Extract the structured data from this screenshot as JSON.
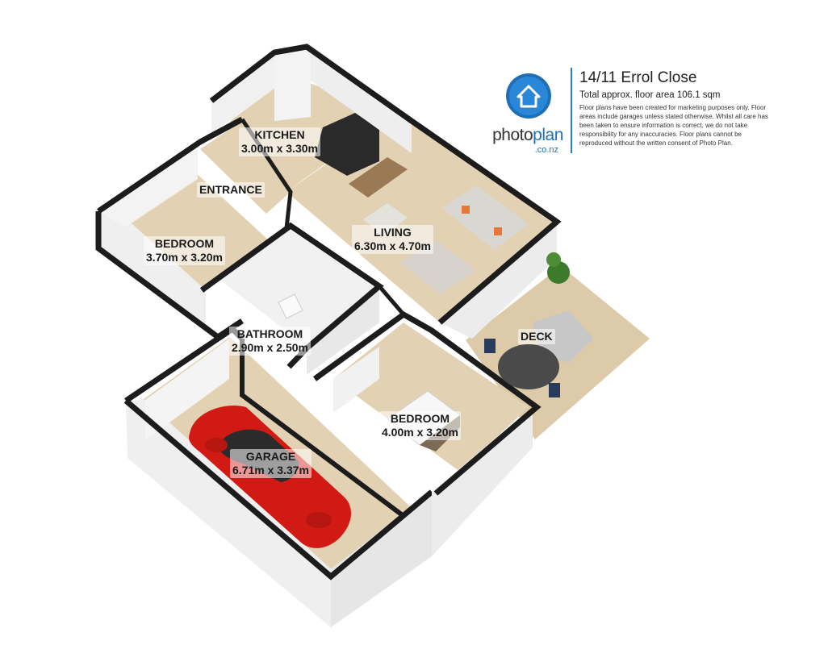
{
  "header": {
    "address": "14/11 Errol Close",
    "floor_area": "Total approx. floor area 106.1 sqm",
    "disclaimer": "Floor plans have been created for marketing purposes only. Floor areas include garages unless stated otherwise. Whilst all care has been taken to ensure information is correct, we do not take responsibility for any inaccuracies. Floor plans cannot be reproduced without the written consent of Photo Plan."
  },
  "brand": {
    "name_part1": "photo",
    "name_part2": "plan",
    "domain": ".co.nz",
    "color": "#1e6fb8"
  },
  "rooms": {
    "kitchen": {
      "name": "KITCHEN",
      "size": "3.00m x 3.30m"
    },
    "entrance": {
      "name": "ENTRANCE"
    },
    "living": {
      "name": "LIVING",
      "size": "6.30m x 4.70m"
    },
    "bedroom1": {
      "name": "BEDROOM",
      "size": "3.70m x 3.20m"
    },
    "bathroom": {
      "name": "BATHROOM",
      "size": "2.90m x 2.50m"
    },
    "deck": {
      "name": "DECK"
    },
    "bedroom2": {
      "name": "BEDROOM",
      "size": "4.00m x 3.20m"
    },
    "garage": {
      "name": "GARAGE",
      "size": "6.71m x 3.37m"
    }
  },
  "colors": {
    "floor": "#e2d2b3",
    "deck": "#dccaa8",
    "wall_top": "#1c1c1c",
    "wall_face": "#efefef",
    "car": "#d21a14"
  }
}
